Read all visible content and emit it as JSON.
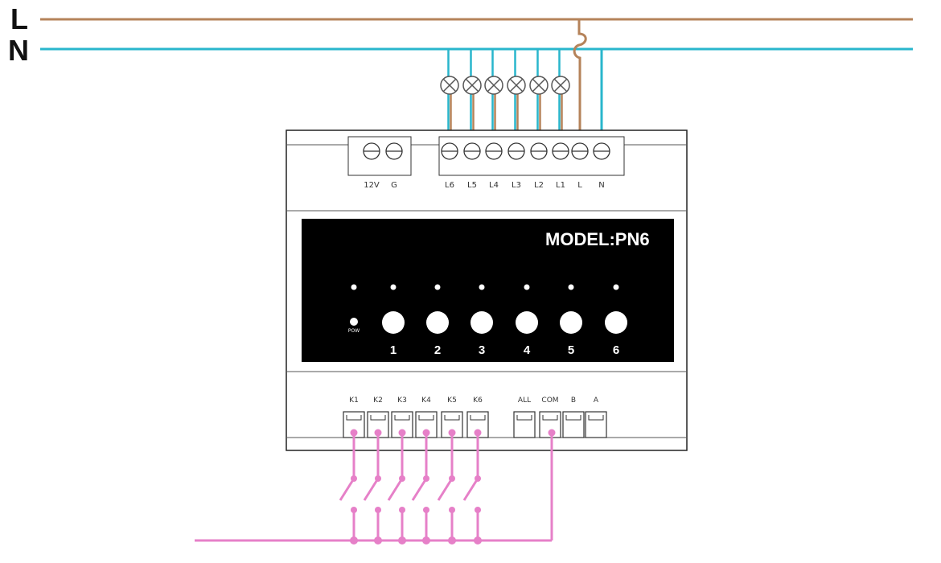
{
  "bus": {
    "line_label": "L",
    "neutral_label": "N"
  },
  "colors": {
    "line_wire": "#b5835a",
    "neutral_wire": "#29b6cc",
    "switch_wire": "#e680c8",
    "panel": "#000000",
    "housing": "#ffffff"
  },
  "power_terminals": [
    "12V",
    "G"
  ],
  "load_terminals": [
    "L6",
    "L5",
    "L4",
    "L3",
    "L2",
    "L1",
    "L",
    "N"
  ],
  "panel": {
    "model": "MODEL:PN6",
    "power_indicator": "POW",
    "buttons": [
      "1",
      "2",
      "3",
      "4",
      "5",
      "6"
    ]
  },
  "input_terminals": [
    "K1",
    "K2",
    "K3",
    "K4",
    "K5",
    "K6"
  ],
  "bus_terminals": [
    "ALL",
    "COM",
    "B",
    "A"
  ]
}
